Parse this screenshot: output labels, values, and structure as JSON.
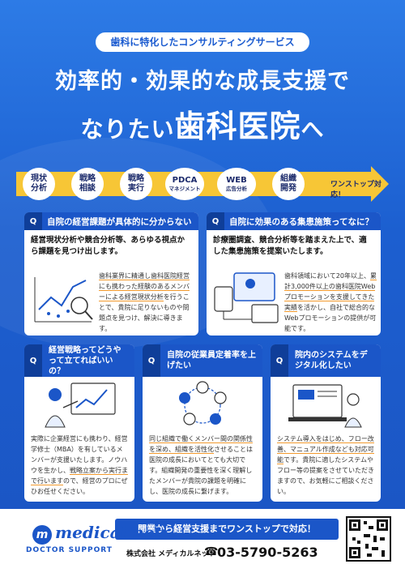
{
  "header": {
    "tagline": "歯科に特化したコンサルティングサービス",
    "line1": "効率的・効果的な成長支援で",
    "line2_pre": "なりたい",
    "line2_big": "歯科医院",
    "line2_post": "へ"
  },
  "steps": {
    "items": [
      {
        "label": "現状\n分析"
      },
      {
        "label": "戦略\n相談"
      },
      {
        "label": "戦略\n実行"
      },
      {
        "label": "PDCA",
        "sub": "マネジメント"
      },
      {
        "label": "WEB",
        "sub": "広告分析"
      },
      {
        "label": "組織\n開発"
      }
    ],
    "end_label": "ワンストップ対応！"
  },
  "card1": {
    "q": "Q",
    "title": "自院の経営課題が具体的に分からない",
    "lead": "経営現状分析や競合分析等、あらゆる視点から課題を見つけ出します。",
    "body_hl": "歯科業界に精通し歯科医院経営にも携わった経験のあるメンバーによる経営現状分析",
    "body_rest": "を行うことで、貴院に足りないものや問題点を見つけ、解決に導きます。"
  },
  "card2": {
    "q": "Q",
    "title": "自院に効果のある集患施策ってなに？",
    "lead": "診療圏調査、競合分析等を踏まえた上で、適した集患施策を提案いたします。",
    "body_pre": "歯科領域において20年以上、",
    "body_hl": "累計3,000件以上の歯科医院Webプロモーションを支援してきた実績",
    "body_rest": "を活かし、自社で総合的なWebプロモーションの提供が可能です。"
  },
  "card3": {
    "q": "Q",
    "title": "経営戦略ってどうやって立てればいいの？",
    "body_pre": "実際に企業経営にも携わり、経営学修士（MBA）を有しているメンバーが支援いたします。ノウハウを生かし、",
    "body_hl": "戦略立案から実行まで行います",
    "body_rest": "ので、経営のプロにぜひお任せください。"
  },
  "card4": {
    "q": "Q",
    "title": "自院の従業員定着率を上げたい",
    "body_hl": "同じ組織で働くメンバー間の関係性を深め、組織を活性化",
    "body_rest": "させることは医院の成長においてとても大切です。組織開発の重要性を深く理解したメンバーが貴院の課題を明確にし、医院の成長に繋げます。"
  },
  "card5": {
    "q": "Q",
    "title": "院内のシステムをデジタル化したい",
    "body_hl": "システム導入をはじめ、フロー改善、マニュアル作成なども対応可能",
    "body_rest": "です。貴院に適したシステムやフロー等の提案をさせていただきますので、お気軽にご相談ください。"
  },
  "footer": {
    "band": "開業から経営支援までワンストップで対応！",
    "logo_mark": "m",
    "logo_name": "medical net",
    "logo_sub": "DOCTOR SUPPORT",
    "company": "株式会社 メディカルネット",
    "phone": "03-5790-5263"
  },
  "colors": {
    "brand_blue": "#1b56c8",
    "accent_yellow": "#f7c636",
    "highlight_orange": "#f29a2e"
  }
}
